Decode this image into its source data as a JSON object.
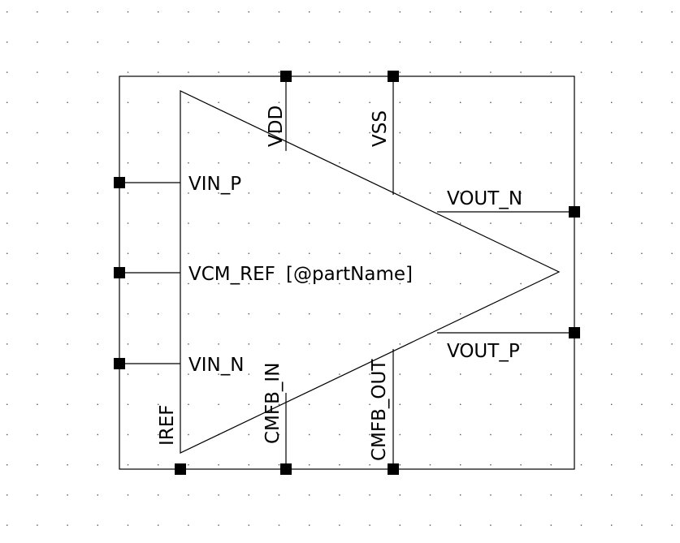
{
  "symbol": {
    "part_label": "[@partName]",
    "pins": {
      "vin_p": "VIN_P",
      "vcm_ref": "VCM_REF",
      "vin_n": "VIN_N",
      "vdd": "VDD",
      "vss": "VSS",
      "vout_n": "VOUT_N",
      "vout_p": "VOUT_P",
      "iref": "IREF",
      "cmfb_in": "CMFB_IN",
      "cmfb_out": "CMFB_OUT"
    }
  },
  "colors": {
    "background": "#ffffff",
    "lines": "#000000",
    "grid_dots": "#555555"
  }
}
